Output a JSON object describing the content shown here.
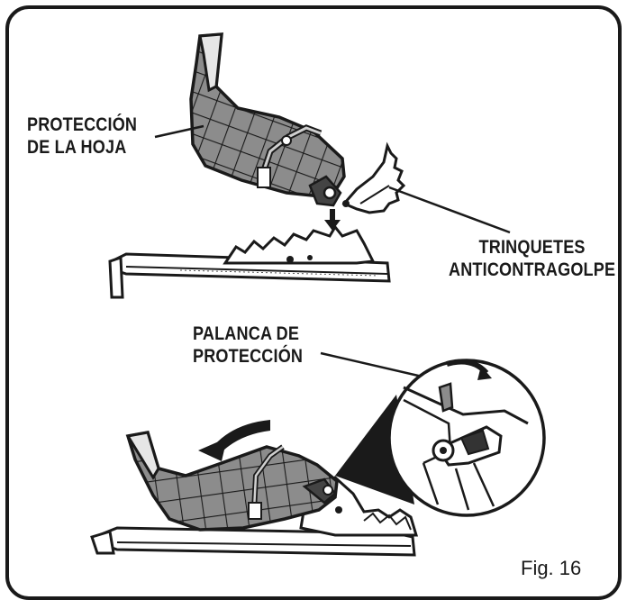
{
  "labels": {
    "blade_guard": [
      "PROTECCIÓN",
      "DE LA HOJA"
    ],
    "anti_kickback": [
      "TRINQUETES",
      "ANTICONTRAGOLPE"
    ],
    "guard_lever": [
      "PALANCA DE",
      "PROTECCIÓN"
    ]
  },
  "figure_label": "Fig. 16",
  "icons": {
    "down_arrow": "down-arrow-icon",
    "curved_arrow": "rotate-left-arrow-icon"
  }
}
